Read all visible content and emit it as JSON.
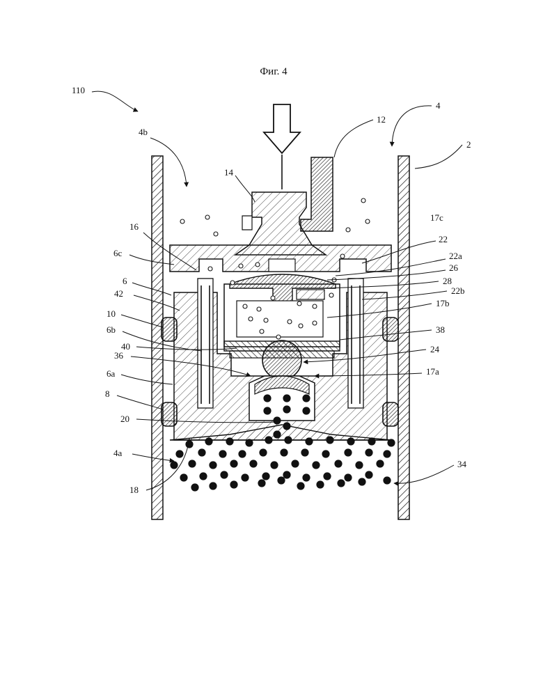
{
  "figure": {
    "title": "Фиг. 4",
    "labels": {
      "l110": "110",
      "l4": "4",
      "l4b": "4b",
      "l12": "12",
      "l2": "2",
      "l14": "14",
      "l16": "16",
      "l17c": "17c",
      "l6c": "6c",
      "l22": "22",
      "l22a": "22a",
      "l26": "26",
      "l6": "6",
      "l28": "28",
      "l42": "42",
      "l22b": "22b",
      "l17b": "17b",
      "l10": "10",
      "l38": "38",
      "l6b": "6b",
      "l40": "40",
      "l24": "24",
      "l36": "36",
      "l17a": "17a",
      "l6a": "6a",
      "l8": "8",
      "l20": "20",
      "l4a": "4a",
      "l34": "34",
      "l18": "18"
    }
  }
}
